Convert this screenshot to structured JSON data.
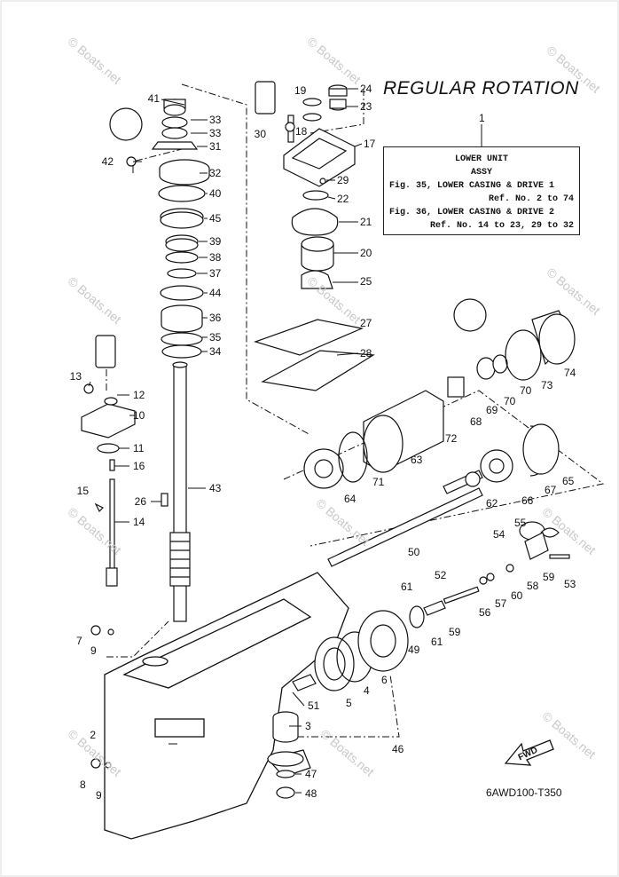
{
  "title": "REGULAR ROTATION",
  "info_box": {
    "part_number": "1",
    "line1": "LOWER UNIT",
    "line2": "ASSY",
    "line3": "Fig. 35, LOWER CASING & DRIVE 1",
    "line4": "Ref. No. 2 to 74",
    "line5": "Fig. 36, LOWER CASING & DRIVE 2",
    "line6": "Ref. No. 14 to 23, 29 to 32"
  },
  "diagram_code": "6AWD100-T350",
  "fwd_label": "FWD",
  "watermark": "© Boats.net",
  "callouts": [
    "41",
    "33",
    "33",
    "31",
    "42",
    "32",
    "40",
    "45",
    "39",
    "38",
    "37",
    "44",
    "36",
    "35",
    "34",
    "19",
    "24",
    "23",
    "18",
    "30",
    "17",
    "29",
    "22",
    "21",
    "20",
    "25",
    "27",
    "28",
    "13",
    "12",
    "10",
    "11",
    "16",
    "15",
    "14",
    "26",
    "43",
    "73",
    "74",
    "70",
    "70",
    "69",
    "68",
    "72",
    "63",
    "71",
    "64",
    "65",
    "67",
    "66",
    "62",
    "50",
    "55",
    "54",
    "53",
    "59",
    "58",
    "60",
    "57",
    "56",
    "59",
    "61",
    "52",
    "61",
    "49",
    "7",
    "9",
    "51",
    "6",
    "4",
    "5",
    "3",
    "46",
    "2",
    "47",
    "8",
    "9",
    "48"
  ],
  "colors": {
    "line": "#111111",
    "watermark": "#c9c9c9"
  }
}
